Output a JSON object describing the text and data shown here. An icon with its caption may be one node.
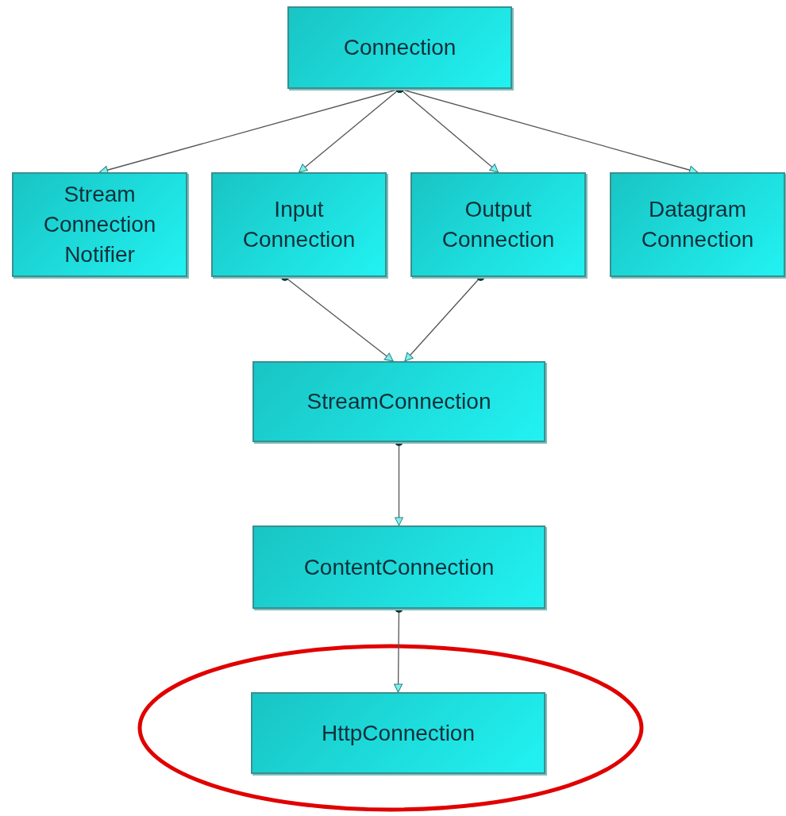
{
  "diagram": {
    "nodes": [
      {
        "text": [
          "Connection"
        ]
      },
      {
        "text": [
          "Stream Connection Notifier"
        ]
      },
      {
        "text": [
          "Input Connection"
        ]
      },
      {
        "text": [
          "Output Connection"
        ]
      },
      {
        "text": [
          "Datagram Connection"
        ]
      },
      {
        "text": [
          "StreamConnection"
        ]
      },
      {
        "text": [
          "ContentConnection"
        ]
      },
      {
        "text": [
          "HttpConnection"
        ]
      }
    ],
    "edges": [
      {
        "from": 0,
        "to": 1,
        "arrow": "to"
      },
      {
        "from": 0,
        "to": 2,
        "arrow": "to"
      },
      {
        "from": 0,
        "to": 3,
        "arrow": "to"
      },
      {
        "from": 0,
        "to": 4,
        "arrow": "to"
      },
      {
        "from": 2,
        "to": 5,
        "arrow": "to"
      },
      {
        "from": 3,
        "to": 5,
        "arrow": "to"
      },
      {
        "from": 5,
        "to": 6,
        "arrow": "to"
      },
      {
        "from": 6,
        "to": 7,
        "arrow": "to"
      }
    ]
  }
}
